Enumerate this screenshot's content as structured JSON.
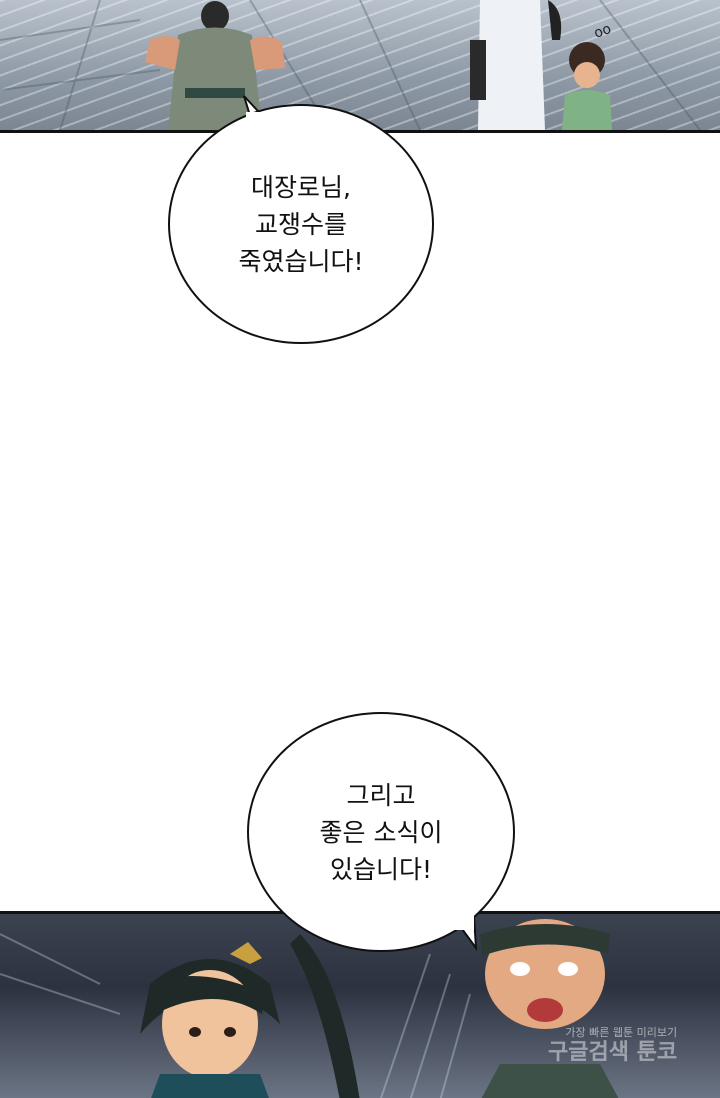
{
  "bubbles": [
    {
      "lines": [
        "대장로님,",
        "교쟁수를",
        "죽였습니다!"
      ]
    },
    {
      "lines": [
        "그리고",
        "좋은 소식이",
        "있습니다!"
      ]
    }
  ],
  "watermark": {
    "line1": "가장 빠른 웹툰 미리보기",
    "line2": "구글검색 툰코"
  },
  "colors": {
    "panel_border": "#111111",
    "bubble_fill": "#ffffff",
    "text": "#111111"
  }
}
